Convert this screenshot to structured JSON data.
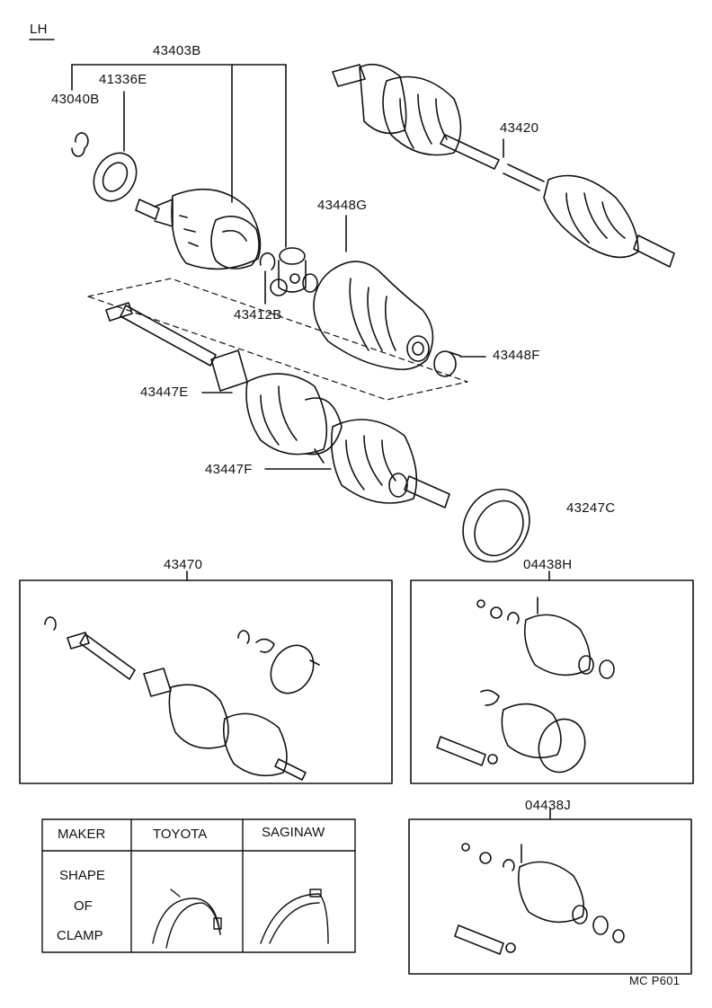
{
  "header": {
    "side": "LH"
  },
  "parts": {
    "p43403B": "43403B",
    "p41336E": "41336E",
    "p43040B": "43040B",
    "p43420": "43420",
    "p43448G": "43448G",
    "p43412B": "43412B",
    "p43448F": "43448F",
    "p43447E": "43447E",
    "p43447F": "43447F",
    "p43247C": "43247C",
    "p43470": "43470",
    "p04438H": "04438H",
    "p04438J": "04438J"
  },
  "clamp_table": {
    "col_maker": "MAKER",
    "col_toyota": "TOYOTA",
    "col_saginaw": "SAGINAW",
    "row_shape": "SHAPE",
    "row_of": "OF",
    "row_clamp": "CLAMP"
  },
  "footer": {
    "code": "MC P601"
  }
}
